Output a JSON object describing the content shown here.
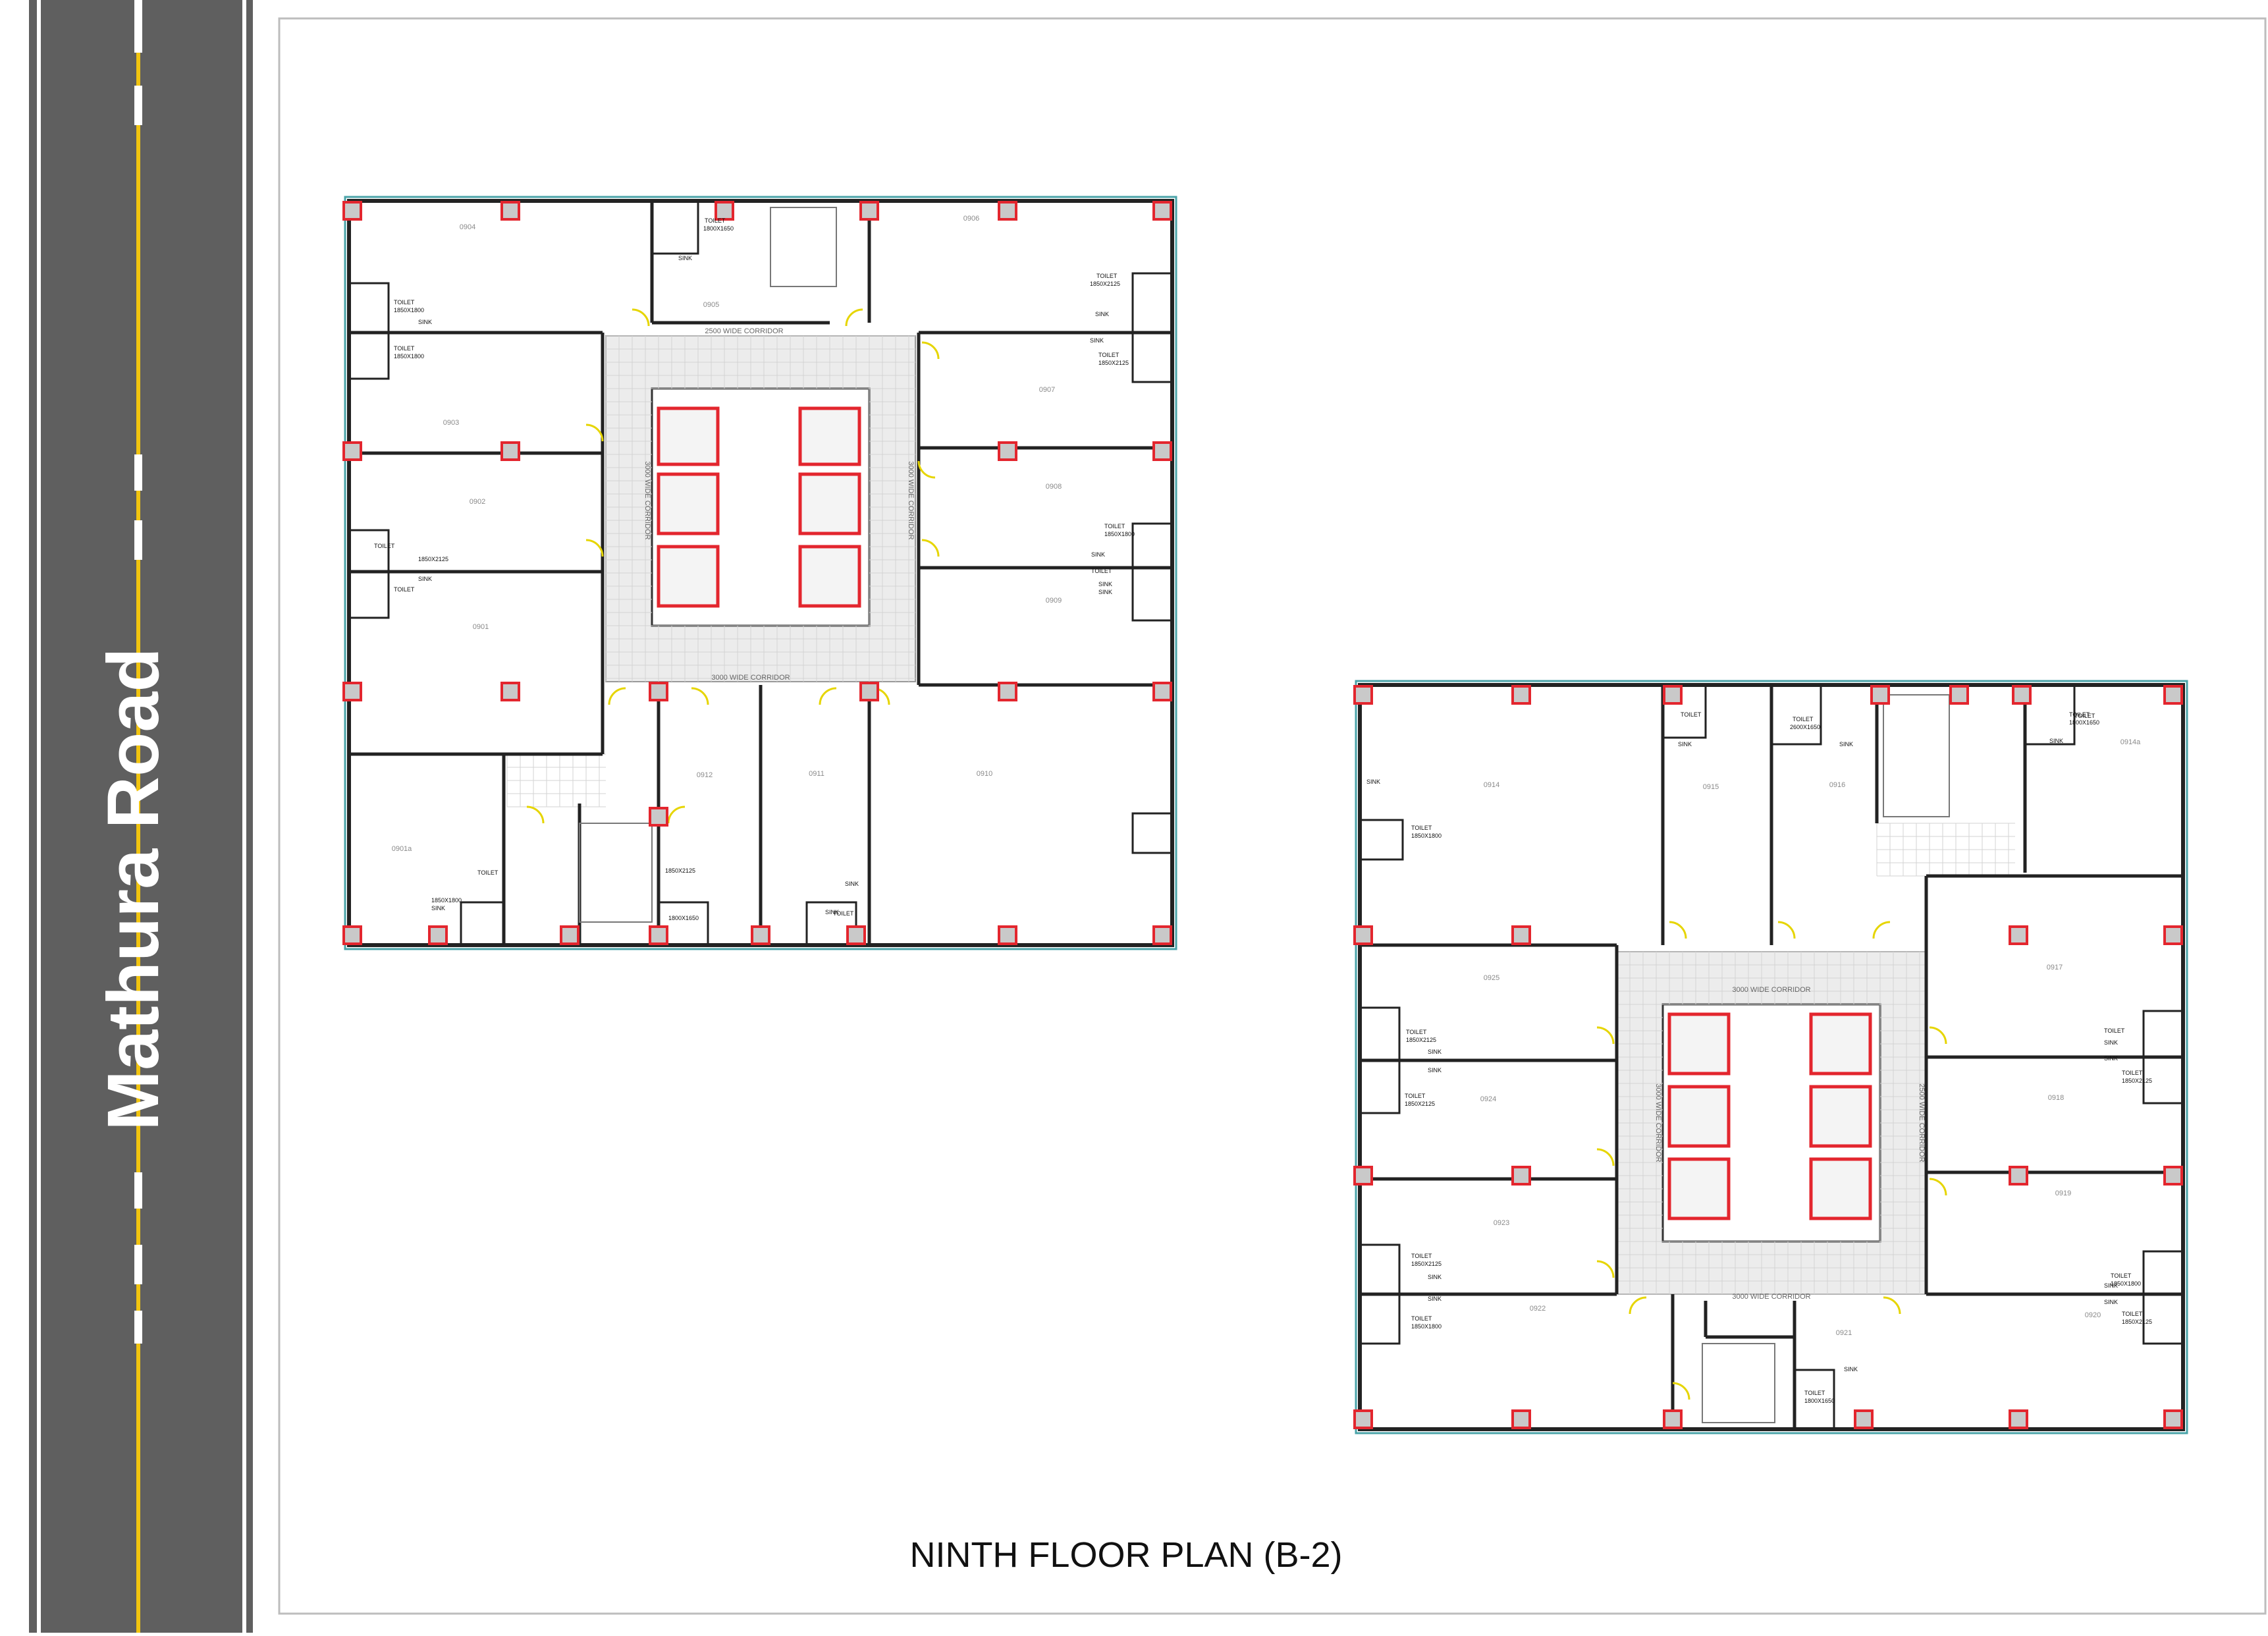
{
  "road": {
    "label": "Mathura Road"
  },
  "title": "NINTH FLOOR PLAN (B-2)",
  "colors": {
    "road": "#5f5f5f",
    "road_stripe": "#f1c40f",
    "column": "#e3262e",
    "column_fill": "#c9c9c9",
    "door": "#f2e600",
    "corridor_grid": "#cfcfcf",
    "glazing": "#4aa3a8"
  },
  "block_a": {
    "rooms": [
      "0904",
      "0905",
      "0906",
      "0907",
      "0903",
      "0902",
      "0908",
      "0901",
      "0909",
      "0901a",
      "0912",
      "0911",
      "0910"
    ],
    "corridors": [
      "2500 WIDE CORRIDOR",
      "3000 WIDE CORRIDOR",
      "3000 WIDE CORRIDOR",
      "3000 WIDE CORRIDOR"
    ],
    "fixtures": [
      "TOILET",
      "1800X1650",
      "SINK",
      "TOILET",
      "1850X1800",
      "SINK",
      "TOILET",
      "1850X1800",
      "TOILET",
      "1850X2125",
      "SINK",
      "SINK",
      "TOILET",
      "1850X2125",
      "TOILET",
      "1850X1800",
      "SINK",
      "TOILET",
      "SINK",
      "TOILET",
      "1850X2125",
      "SINK",
      "SINK",
      "TOILET",
      "1850X2125",
      "SINK",
      "TOILET",
      "1850X1800",
      "SINK",
      "TOILET",
      "1800X1650",
      "SINK",
      "TOILET",
      "SINK",
      "TOILET"
    ]
  },
  "block_b": {
    "rooms": [
      "0914",
      "0915",
      "0916",
      "0914a",
      "0917",
      "0925",
      "0918",
      "0924",
      "0923",
      "0919",
      "0922",
      "0921",
      "0920"
    ],
    "corridors": [
      "3000 WIDE CORRIDOR",
      "3000 WIDE CORRIDOR",
      "3000 WIDE CORRIDOR",
      "2500 WIDE CORRIDOR"
    ],
    "fixtures": [
      "TOILET",
      "SINK",
      "TOILET",
      "2600X1650",
      "SINK",
      "TOILET",
      "TOILET",
      "1800X1650",
      "SINK",
      "SINK",
      "TOILET",
      "1850X1800",
      "TOILET",
      "1850X2125",
      "SINK",
      "SINK",
      "TOILET",
      "1850X2125",
      "TOILET",
      "SINK",
      "SINK",
      "TOILET",
      "1850X2125",
      "TOILET",
      "1850X2125",
      "SINK",
      "SINK",
      "TOILET",
      "1850X1800",
      "SINK",
      "TOILET",
      "1850X1800",
      "SINK",
      "TOILET",
      "1850X2125",
      "SINK",
      "TOILET",
      "1800X1650"
    ]
  }
}
